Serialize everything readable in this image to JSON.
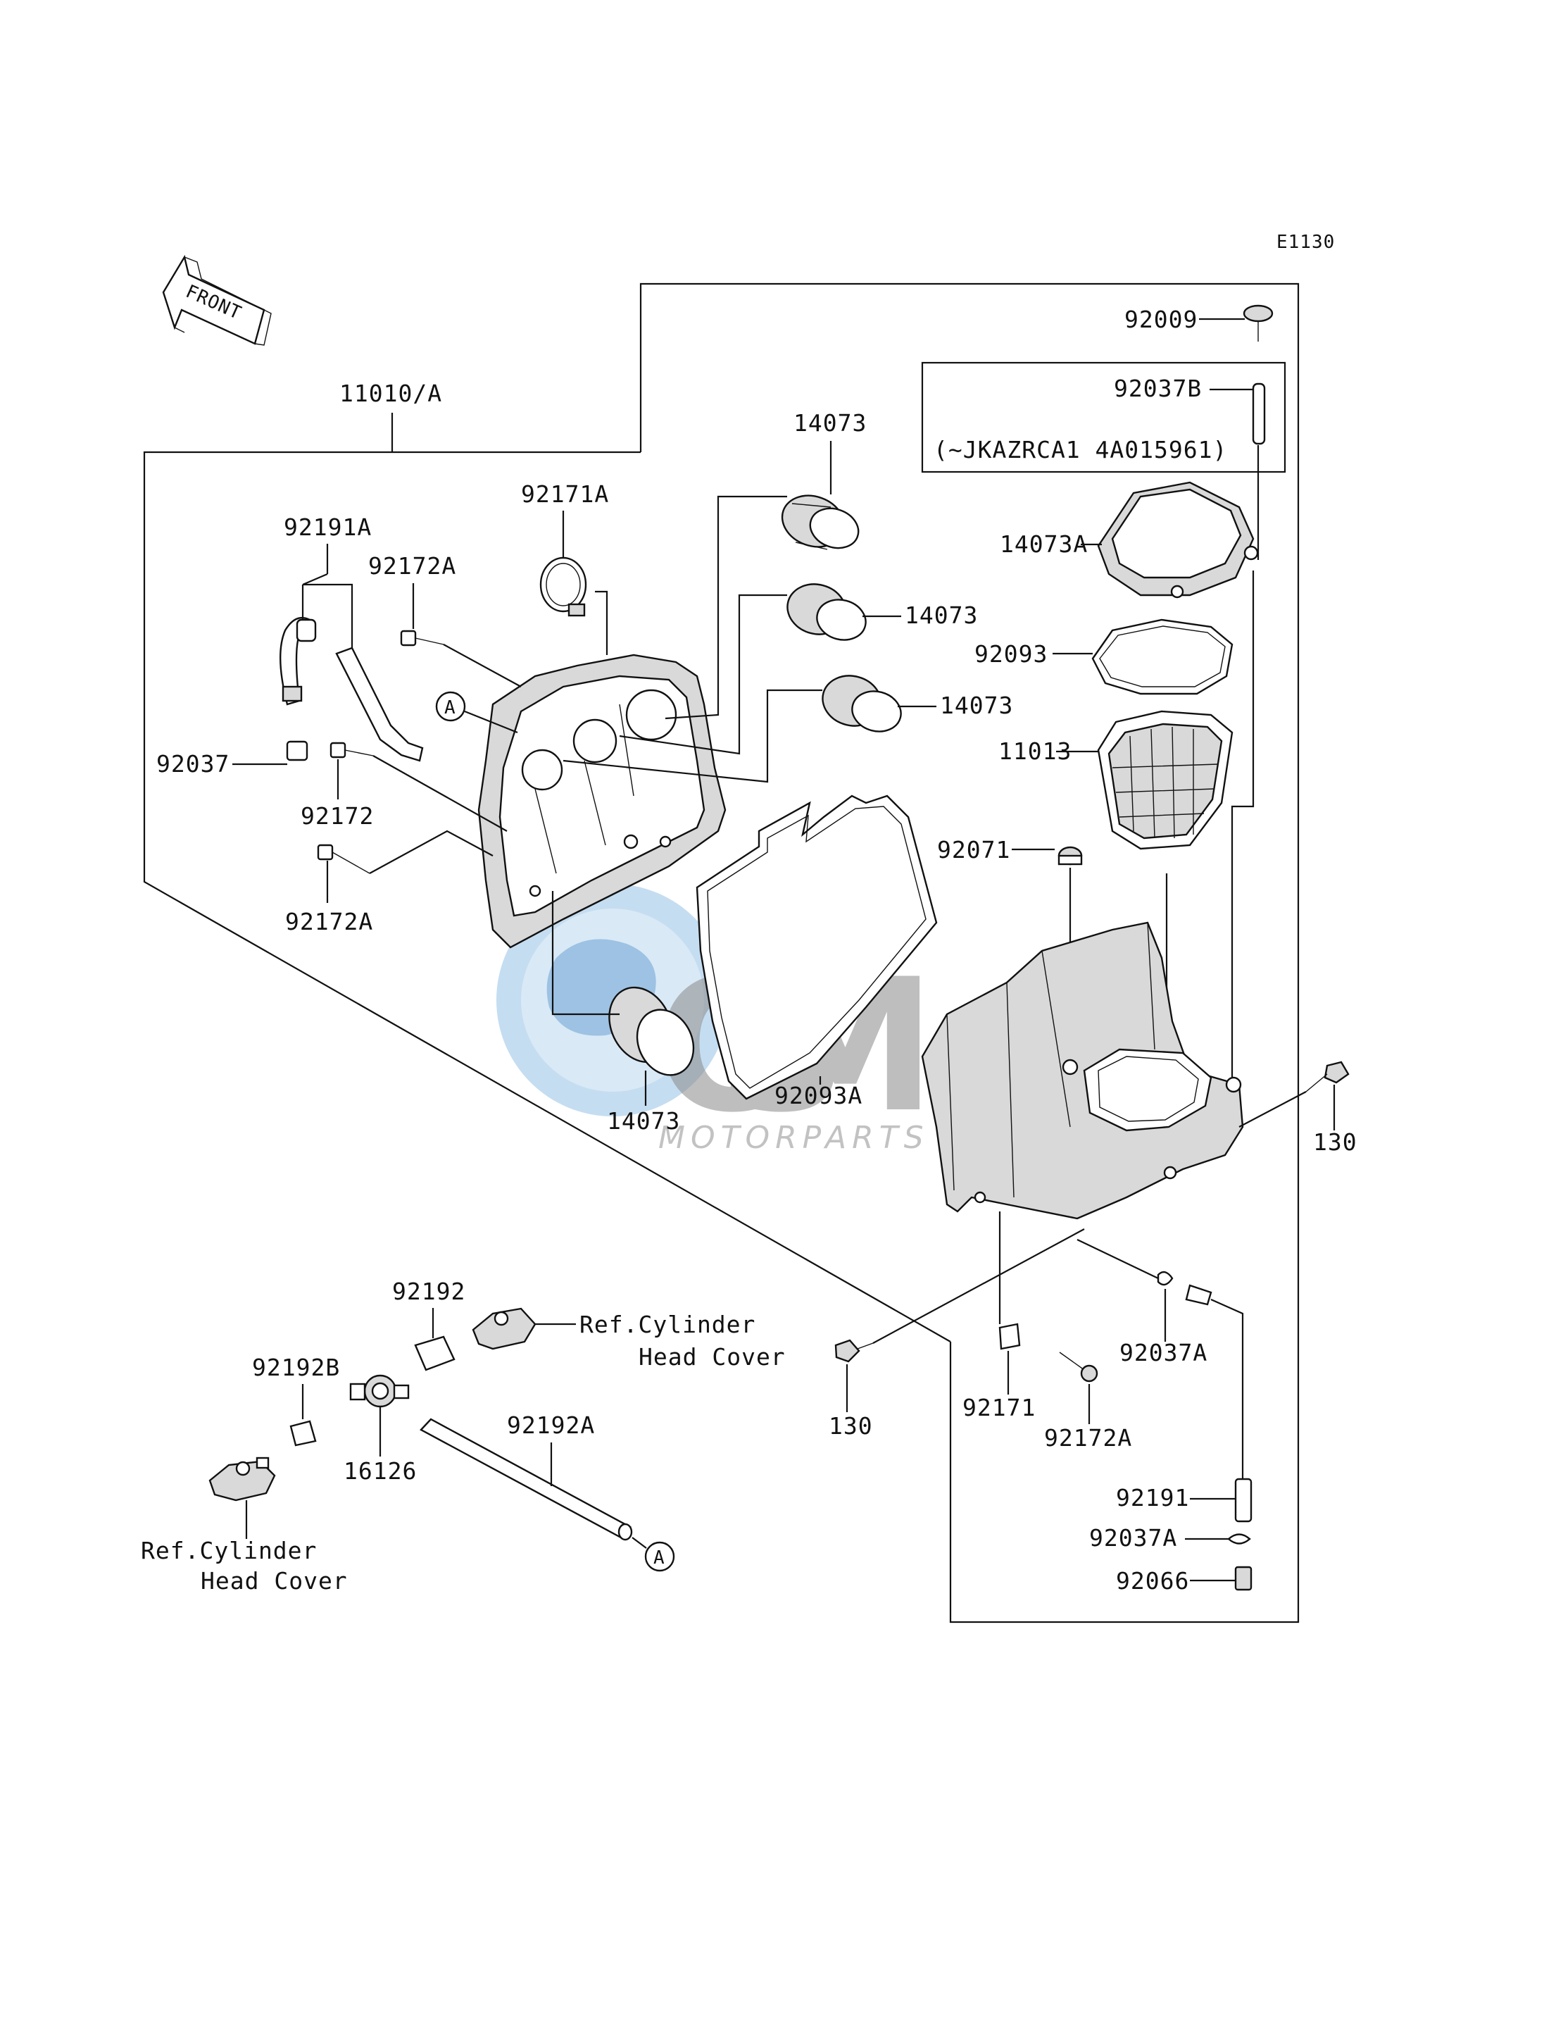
{
  "diagram_code": "E1130",
  "front_arrow": {
    "label": "FRONT",
    "icon": "front-arrow-icon"
  },
  "callout_marker": "A",
  "serial_note": "(~JKAZRCA1 4A015961)",
  "ref_cylinder": [
    "Ref.Cylinder",
    "Head Cover"
  ],
  "parts": {
    "p11010": "11010/A",
    "p92171A": "92171A",
    "p92191A": "92191A",
    "p92172A_top": "92172A",
    "p92037": "92037",
    "p92172": "92172",
    "p92172A_mid": "92172A",
    "p14073_top": "14073",
    "p14073_r1": "14073",
    "p14073_r2": "14073",
    "p14073_bottom": "14073",
    "p92093A": "92093A",
    "p92009": "92009",
    "p92037B": "92037B",
    "p14073A": "14073A",
    "p92093": "92093",
    "p11013": "11013",
    "p92071": "92071",
    "p130_right": "130",
    "p130_left": "130",
    "p92171": "92171",
    "p92172A_low": "92172A",
    "p92037A_top": "92037A",
    "p92191": "92191",
    "p92037A_low": "92037A",
    "p92066": "92066",
    "p92192": "92192",
    "p92192B": "92192B",
    "p16126": "16126",
    "p92192A": "92192A"
  },
  "watermark": {
    "brand": "OSM",
    "sub": "MOTORPARTS"
  }
}
